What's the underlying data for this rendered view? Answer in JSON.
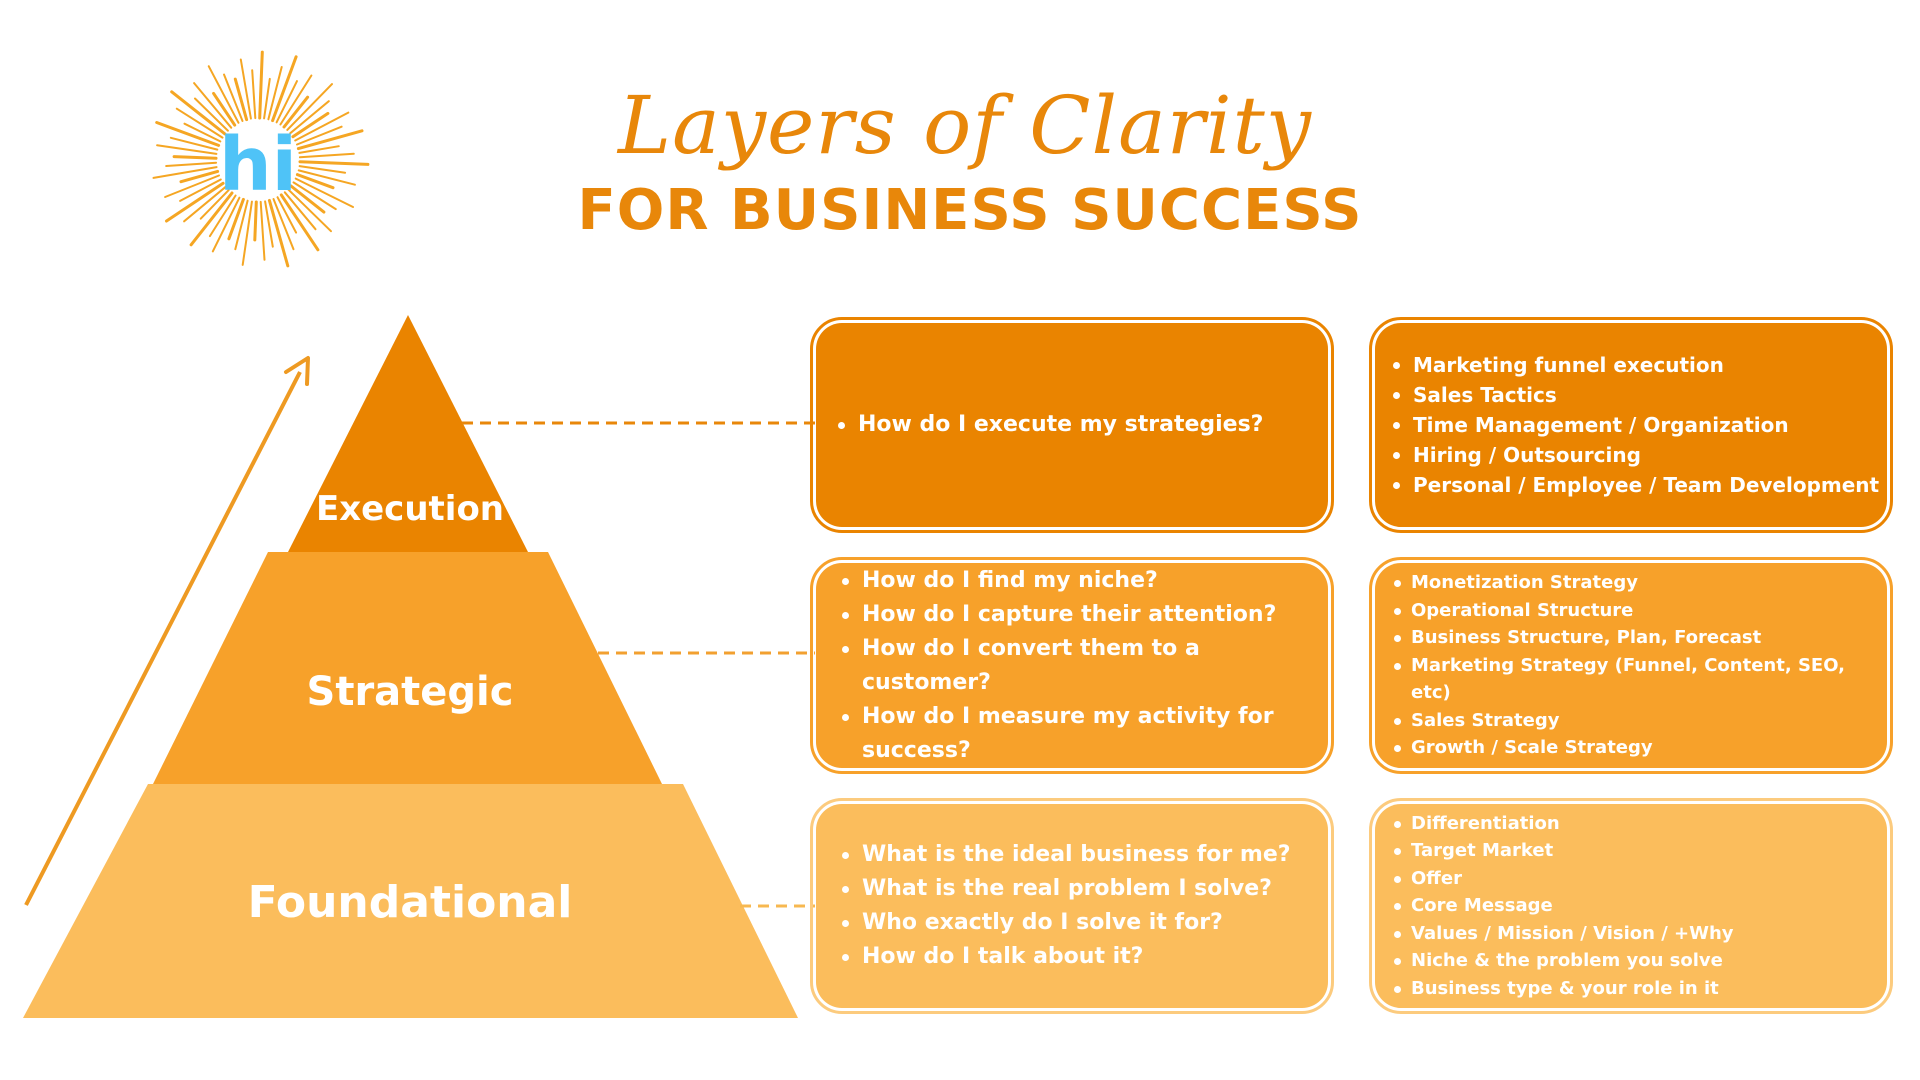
{
  "title": {
    "script": "Layers of Clarity",
    "subtitle": "FOR BUSINESS SUCCESS"
  },
  "logo": {
    "letters": "hi",
    "ray_color": "#F5A623",
    "letter_color": "#4FC3F7"
  },
  "colors": {
    "execution": "#EA8400",
    "strategic": "#F7A12A",
    "foundational": "#FBBD5C",
    "accent": "#E8870A"
  },
  "pyramid": {
    "layers": [
      {
        "key": "execution",
        "label": "Execution"
      },
      {
        "key": "strategic",
        "label": "Strategic"
      },
      {
        "key": "foundational",
        "label": "Foundational"
      }
    ]
  },
  "questions": {
    "execution": [
      "How do I execute my strategies?"
    ],
    "strategic": [
      "How do I find my niche?",
      "How do I capture their attention?",
      "How do I convert them to a customer?",
      "How do I measure my activity for success?"
    ],
    "foundational": [
      "What is the ideal business for me?",
      "What is the real problem I solve?",
      "Who exactly do I solve it for?",
      "How do I talk about it?"
    ]
  },
  "areas": {
    "execution": [
      "Marketing funnel execution",
      "Sales Tactics",
      "Time Management / Organization",
      "Hiring / Outsourcing",
      "Personal / Employee / Team Development"
    ],
    "strategic": [
      "Monetization Strategy",
      "Operational Structure",
      "Business Structure, Plan, Forecast",
      "Marketing Strategy (Funnel, Content, SEO, etc)",
      "Sales Strategy",
      "Growth / Scale Strategy"
    ],
    "foundational": [
      "Differentiation",
      "Target Market",
      "Offer",
      "Core Message",
      "Values / Mission / Vision / +Why",
      "Niche & the problem you solve",
      "Business type & your role in it"
    ]
  }
}
